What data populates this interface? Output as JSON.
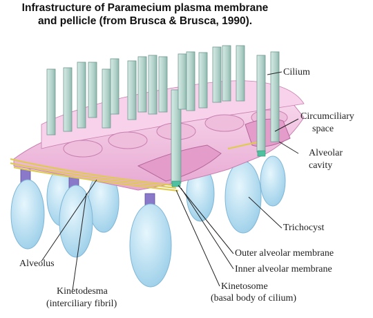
{
  "title": {
    "line1": "Infrastructure of Paramecium plasma membrane",
    "line2": "and pellicle (from Brusca & Brusca, 1990)."
  },
  "labels": {
    "cilium": "Cilium",
    "circumciliary_1": "Circumciliary",
    "circumciliary_2": "space",
    "alveolar_1": "Alveolar",
    "alveolar_2": "cavity",
    "trichocyst": "Trichocyst",
    "outer_membrane": "Outer alveolar membrane",
    "inner_membrane": "Inner alveolar membrane",
    "alveolus": "Alveolus",
    "kinetosome_1": "Kinetosome",
    "kinetosome_2": "(basal body of cilium)",
    "kinetodesma_1": "Kinetodesma",
    "kinetodesma_2": "(interciliary fibril)"
  },
  "colors": {
    "membrane": "#f3c6e2",
    "membrane_dark": "#d98fc2",
    "cilium": "#b9d6cf",
    "trichocyst": "#bfe3f5",
    "trichocyst_edge": "#7fb6d6",
    "neck": "#8a78c8",
    "fibril": "#e8d66a"
  }
}
